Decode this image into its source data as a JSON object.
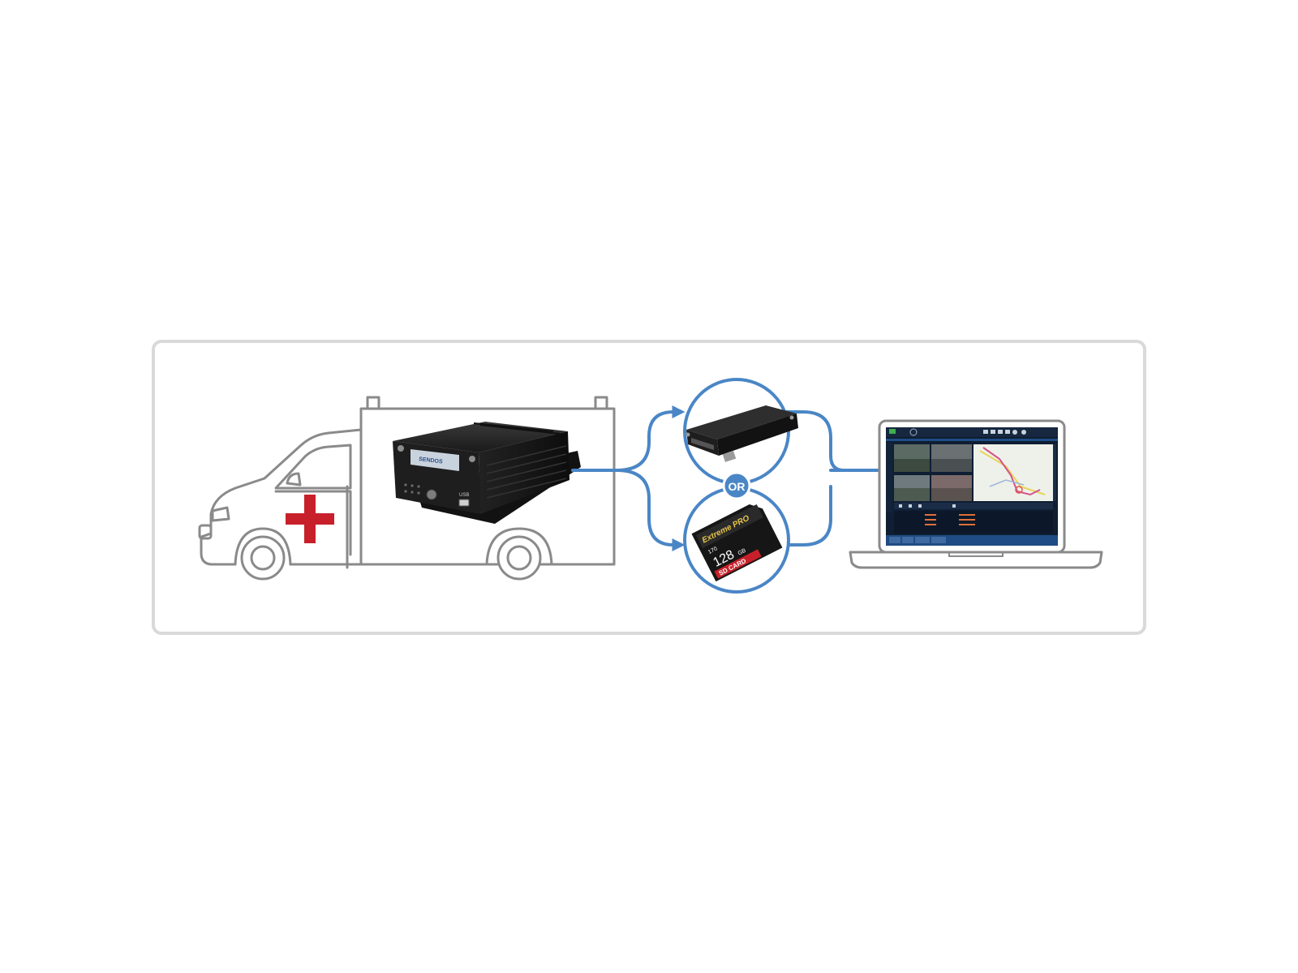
{
  "colors": {
    "frame_border": "#d9d9d9",
    "outline": "#8a8a8a",
    "accent_blue": "#4a86c6",
    "red_cross": "#c7202a",
    "device_black": "#1c1c1c",
    "screen_dark": "#0f1e33",
    "map_route_pink": "#d3548a",
    "map_route_yellow": "#e8d45a"
  },
  "icons": {
    "vehicle": "ambulance-outline-icon",
    "recorder": "mobile-dvr-icon",
    "storage_a": "removable-drive-caddy-icon",
    "storage_b": "sd-card-icon",
    "viewer": "laptop-icon"
  },
  "recorder": {
    "brand_label": "SENDOS",
    "usb_label": "USB"
  },
  "connector": {
    "or_label": "OR"
  },
  "sd_card": {
    "line1": "Extreme PRO",
    "capacity": "128",
    "capacity_unit": "GB",
    "speed": "170",
    "badge": "SD CARD"
  }
}
